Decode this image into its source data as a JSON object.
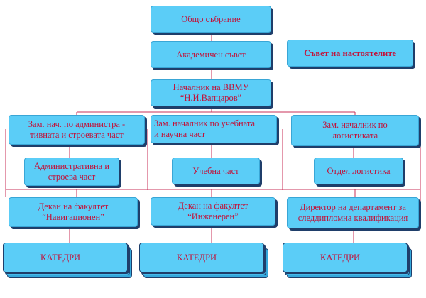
{
  "nodes": {
    "general_assembly": "Общо събрание",
    "academic_council": "Академичен съвет",
    "board_of_trustees": "Съвет на настоятелите",
    "head_l1": "Началник на ВВМУ",
    "head_l2": "“Н.Й.Вапцаров”",
    "deputy_admin_l1": "Зам. нач. по администра -",
    "deputy_admin_l2": "тивната и строевата част",
    "deputy_edu_l1": "Зам. началник по учебната",
    "deputy_edu_l2": "и научна част",
    "deputy_log_l1": "Зам. началник по",
    "deputy_log_l2": "логистиката",
    "admin_unit_l1": "Административна и",
    "admin_unit_l2": "строева част",
    "edu_unit": "Учебна част",
    "log_unit": "Отдел логистика",
    "dean_nav_l1": "Декан на факултет",
    "dean_nav_l2": "“Навигационен”",
    "dean_eng_l1": "Декан на факултет",
    "dean_eng_l2": "“Инженерен”",
    "director_l1": "Директор на департамент за",
    "director_l2": "следдипломна квалификация",
    "departments": [
      "КАТЕДРИ",
      "КАТЕДРИ",
      "КАТЕДРИ"
    ]
  },
  "colors": {
    "box_fill": "#5bcdf7",
    "box_text": "#c2123a",
    "box_shadow": "#1f3e6a",
    "connector": "#c9305a"
  }
}
